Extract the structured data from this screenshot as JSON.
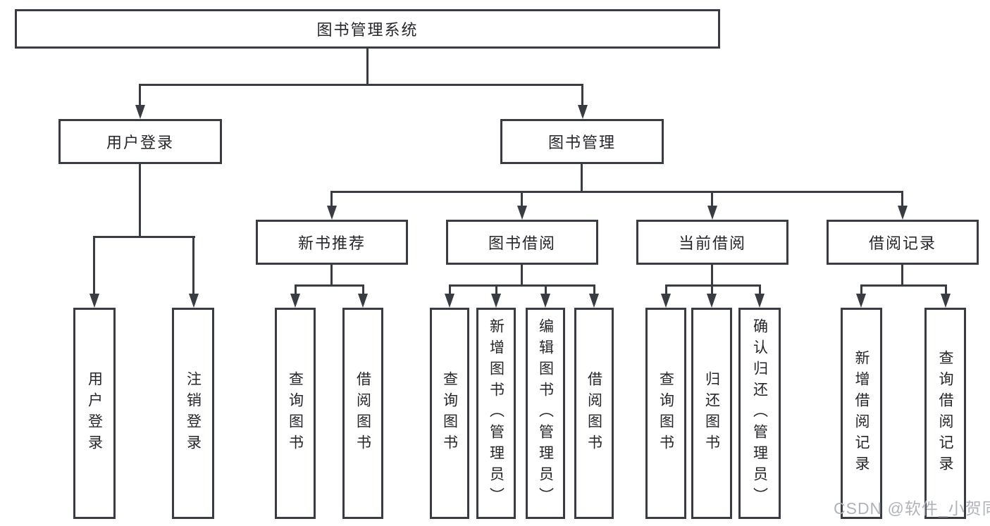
{
  "diagram": {
    "type": "hierarchy-flowchart",
    "title": "图书管理系统",
    "watermark": "CSDN @软件_小贺同学",
    "colors": {
      "line": "#393c42",
      "box_border": "#393c42",
      "text": "#26262a",
      "watermark": "#b0b3ba",
      "background": "#ffffff"
    }
  },
  "nodes": {
    "root": "图书管理系统",
    "user_login": "用户登录",
    "book_manage": "图书管理",
    "leaf_user_login": "用户登录",
    "leaf_logout": "注销登录",
    "new_book_rec": "新书推荐",
    "book_borrow": "图书借阅",
    "current_borrow": "当前借阅",
    "borrow_records": "借阅记录",
    "rec_query_books": "查询图书",
    "rec_borrow_books": "借阅图书",
    "bb_query_books": "查询图书",
    "bb_add_books": "新增图书（管理员）",
    "bb_edit_books": "编辑图书（管理员）",
    "bb_borrow_books": "借阅图书",
    "cb_query_books": "查询图书",
    "cb_return_books": "归还图书",
    "cb_confirm_return": "确认归还（管理员）",
    "br_add_record": "新增借阅记录",
    "br_query_record": "查询借阅记录"
  },
  "hierarchy": {
    "图书管理系统": {
      "用户登录": [
        "用户登录",
        "注销登录"
      ],
      "图书管理": {
        "新书推荐": [
          "查询图书",
          "借阅图书"
        ],
        "图书借阅": [
          "查询图书",
          "新增图书（管理员）",
          "编辑图书（管理员）",
          "借阅图书"
        ],
        "当前借阅": [
          "查询图书",
          "归还图书",
          "确认归还（管理员）"
        ],
        "借阅记录": [
          "新增借阅记录",
          "查询借阅记录"
        ]
      }
    }
  }
}
